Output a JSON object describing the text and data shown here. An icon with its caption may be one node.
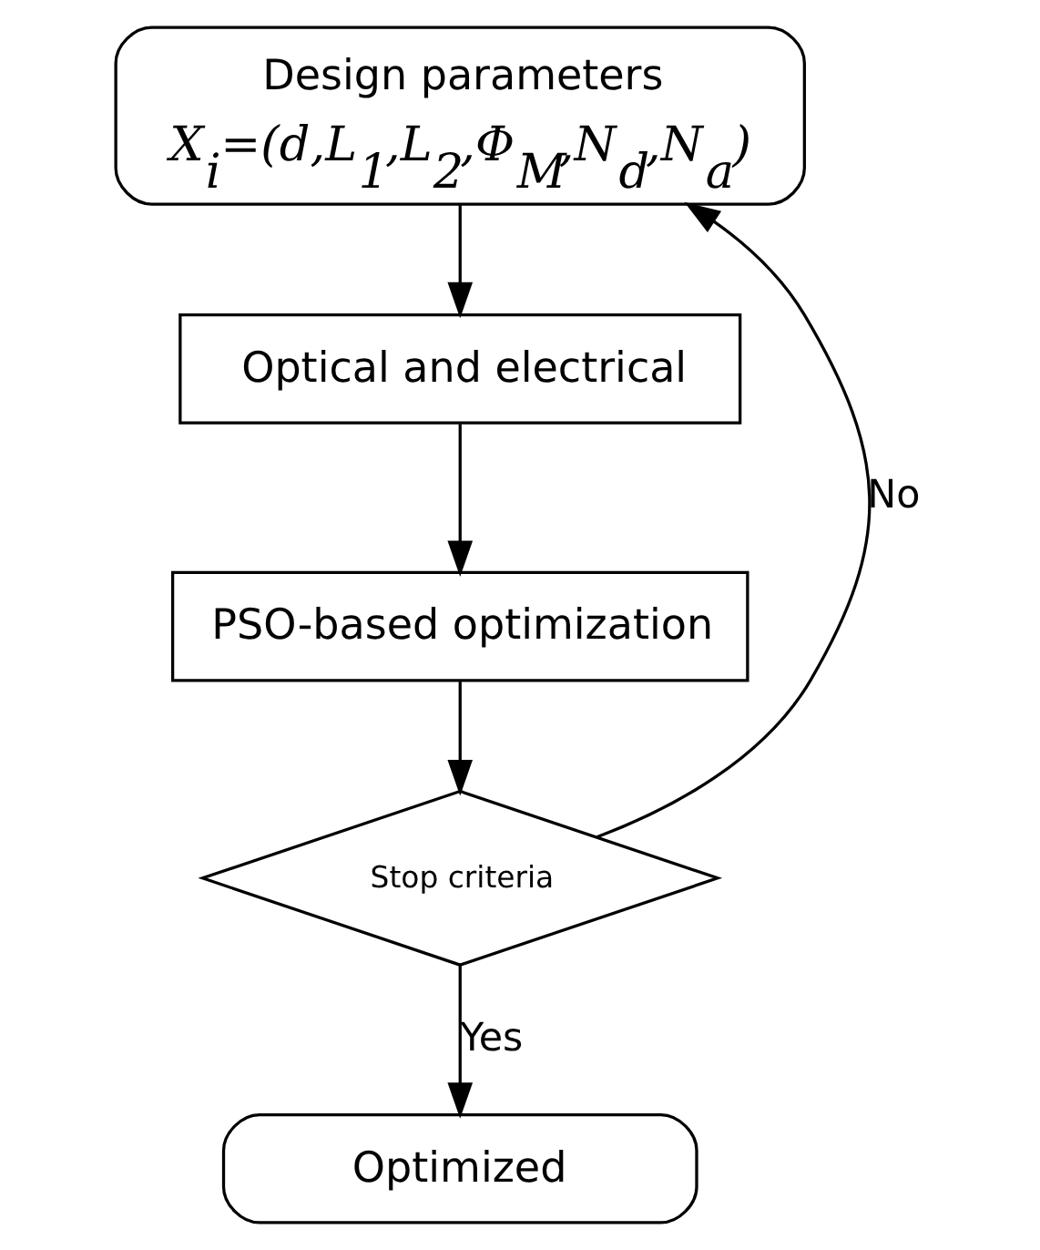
{
  "diagram": {
    "nodes": [
      {
        "text": [
          "Design parameters",
          "X$_{i}$=(d,L$_{1}$,L$_{2}$,Φ$_{M}$,N$_{d}$,N$_{a}$)"
        ]
      },
      {
        "text": [
          "Optical and electrical"
        ]
      },
      {
        "text": [
          "PSO-based optimization"
        ]
      },
      {
        "text": [
          "Stop criteria"
        ]
      },
      {
        "text": [
          "Optimized"
        ]
      }
    ],
    "edges": [
      {
        "from": 0,
        "to": 1,
        "arrow": "to"
      },
      {
        "from": 1,
        "to": 2,
        "arrow": "to"
      },
      {
        "from": 2,
        "to": 3,
        "arrow": "to"
      },
      {
        "from": 3,
        "to": 4,
        "arrow": "to",
        "label": "Yes"
      },
      {
        "from": 3,
        "to": 0,
        "arrow": "to",
        "label": "No"
      }
    ]
  }
}
